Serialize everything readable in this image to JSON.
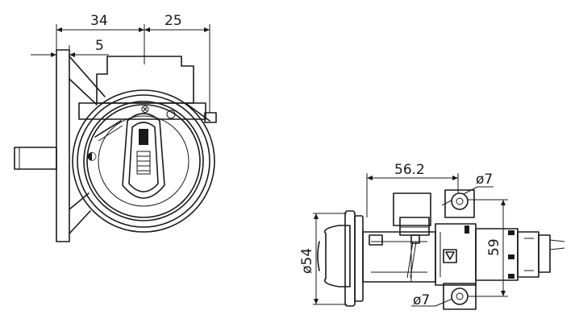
{
  "diagram": {
    "left_view": {
      "dimensions": {
        "d34": "34",
        "d25": "25",
        "d5": "5"
      }
    },
    "right_view": {
      "dimensions": {
        "d56": "56.2",
        "d7_top": "ø7",
        "d54": "ø54",
        "d59": "59",
        "d7_bottom": "ø7"
      }
    }
  }
}
